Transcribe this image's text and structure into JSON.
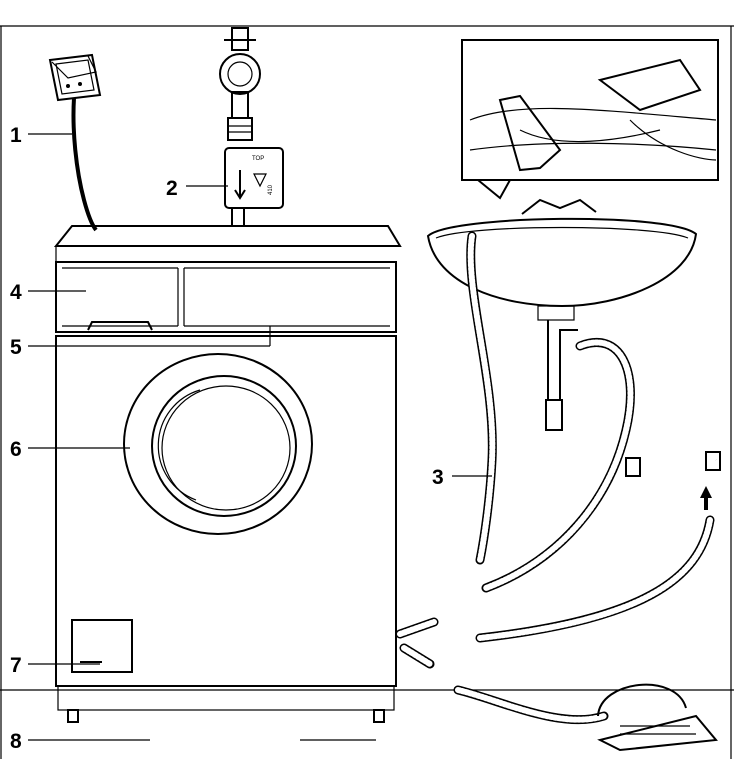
{
  "callouts": [
    {
      "id": "1",
      "label": "1"
    },
    {
      "id": "2",
      "label": "2"
    },
    {
      "id": "3",
      "label": "3"
    },
    {
      "id": "4",
      "label": "4"
    },
    {
      "id": "5",
      "label": "5"
    },
    {
      "id": "6",
      "label": "6"
    },
    {
      "id": "7",
      "label": "7"
    },
    {
      "id": "8",
      "label": "8"
    }
  ],
  "valve_label": {
    "top": "TOP",
    "side": "410"
  }
}
